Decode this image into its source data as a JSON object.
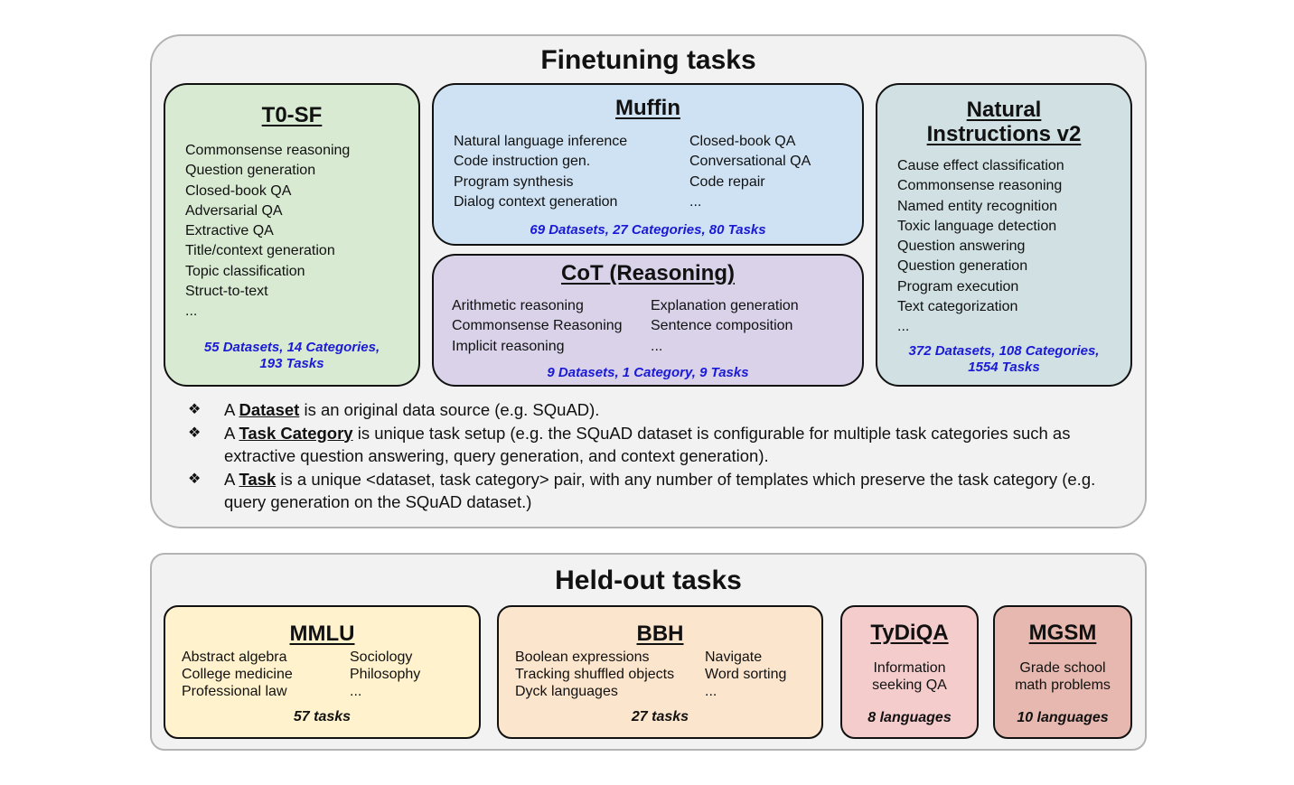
{
  "finetuning": {
    "title": "Finetuning tasks",
    "t0sf": {
      "title": "T0-SF",
      "items": [
        "Commonsense reasoning",
        "Question generation",
        "Closed-book QA",
        "Adversarial QA",
        "Extractive QA",
        "Title/context generation",
        "Topic classification",
        "Struct-to-text",
        "..."
      ],
      "stat_line1": "55 Datasets, 14 Categories,",
      "stat_line2": "193 Tasks"
    },
    "muffin": {
      "title": "Muffin",
      "col1": [
        "Natural language inference",
        "Code instruction gen.",
        "Program synthesis",
        "Dialog context generation"
      ],
      "col2": [
        "Closed-book QA",
        "Conversational QA",
        "Code repair",
        "..."
      ],
      "stat": "69 Datasets, 27 Categories, 80 Tasks"
    },
    "cot": {
      "title": "CoT (Reasoning)",
      "col1": [
        "Arithmetic reasoning",
        "Commonsense Reasoning",
        "Implicit reasoning"
      ],
      "col2": [
        "Explanation generation",
        "Sentence composition",
        "..."
      ],
      "stat": "9 Datasets, 1 Category, 9 Tasks"
    },
    "niv2": {
      "title_line1": "Natural",
      "title_line2": "Instructions v2",
      "items": [
        "Cause effect classification",
        "Commonsense reasoning",
        "Named entity recognition",
        "Toxic language detection",
        "Question answering",
        "Question generation",
        "Program execution",
        "Text categorization",
        "..."
      ],
      "stat_line1": "372 Datasets, 108 Categories,",
      "stat_line2": "1554 Tasks"
    },
    "bullets": [
      {
        "pre": "A ",
        "term": "Dataset",
        "post": " is an original data source (e.g. SQuAD)."
      },
      {
        "pre": "A ",
        "term": "Task Category",
        "post": " is unique task setup (e.g. the SQuAD dataset is configurable for multiple task categories such as extractive question answering, query generation, and context generation)."
      },
      {
        "pre": "A ",
        "term": "Task",
        "post": " is a unique <dataset, task category> pair, with any number of templates which preserve the task category (e.g. query generation on the SQuAD dataset.)"
      }
    ],
    "bullet_symbol": "❖"
  },
  "heldout": {
    "title": "Held-out tasks",
    "mmlu": {
      "title": "MMLU",
      "col1": [
        "Abstract algebra",
        "College medicine",
        "Professional law"
      ],
      "col2": [
        "Sociology",
        "Philosophy",
        "..."
      ],
      "stat": "57 tasks"
    },
    "bbh": {
      "title": "BBH",
      "col1": [
        "Boolean expressions",
        "Tracking shuffled objects",
        "Dyck languages"
      ],
      "col2": [
        "Navigate",
        "Word sorting",
        "..."
      ],
      "stat": "27 tasks"
    },
    "tydiqa": {
      "title": "TyDiQA",
      "line1": "Information",
      "line2": "seeking QA",
      "stat": "8 languages"
    },
    "mgsm": {
      "title": "MGSM",
      "line1": "Grade school",
      "line2": "math problems",
      "stat": "10 languages"
    }
  },
  "colors": {
    "t0sf": "#d9ead3",
    "muffin": "#cfe2f3",
    "cot": "#d9d2e9",
    "niv2": "#d0e0e3",
    "mmlu": "#fff2cc",
    "bbh": "#fce5cd",
    "tydiqa": "#f4cccc",
    "mgsm": "#e6b8af",
    "stat_blue": "#1a1ad6",
    "panel_bg": "#f2f2f2"
  }
}
